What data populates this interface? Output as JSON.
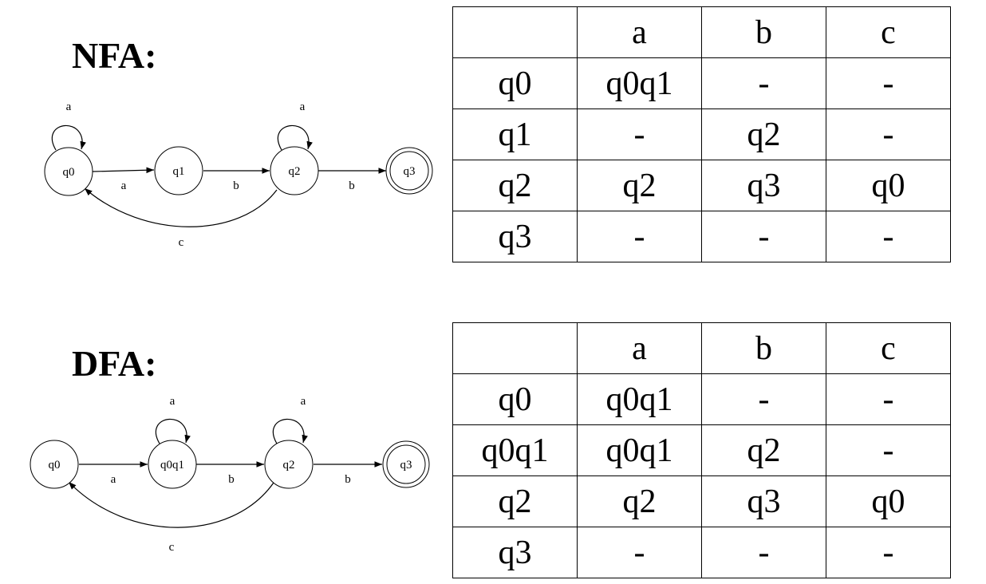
{
  "nfa": {
    "heading": "NFA:",
    "diagram": {
      "states": [
        "q0",
        "q1",
        "q2",
        "q3"
      ],
      "accepting": [
        "q3"
      ],
      "edge_labels": {
        "q0_loop": "a",
        "q0_q1": "a",
        "q1_q2": "b",
        "q2_loop": "a",
        "q2_q3": "b",
        "q2_q0": "c"
      }
    },
    "table": {
      "header": [
        "",
        "a",
        "b",
        "c"
      ],
      "rows": [
        [
          "q0",
          "q0q1",
          "-",
          "-"
        ],
        [
          "q1",
          "-",
          "q2",
          "-"
        ],
        [
          "q2",
          "q2",
          "q3",
          "q0"
        ],
        [
          "q3",
          "-",
          "-",
          "-"
        ]
      ]
    }
  },
  "dfa": {
    "heading": "DFA:",
    "diagram": {
      "states": [
        "q0",
        "q0q1",
        "q2",
        "q3"
      ],
      "accepting": [
        "q3"
      ],
      "edge_labels": {
        "q0_q0q1": "a",
        "q0q1_loop": "a",
        "q0q1_q2": "b",
        "q2_loop": "a",
        "q2_q3": "b",
        "q2_q0": "c"
      }
    },
    "table": {
      "header": [
        "",
        "a",
        "b",
        "c"
      ],
      "rows": [
        [
          "q0",
          "q0q1",
          "-",
          "-"
        ],
        [
          "q0q1",
          "q0q1",
          "q2",
          "-"
        ],
        [
          "q2",
          "q2",
          "q3",
          "q0"
        ],
        [
          "q3",
          "-",
          "-",
          "-"
        ]
      ]
    }
  }
}
